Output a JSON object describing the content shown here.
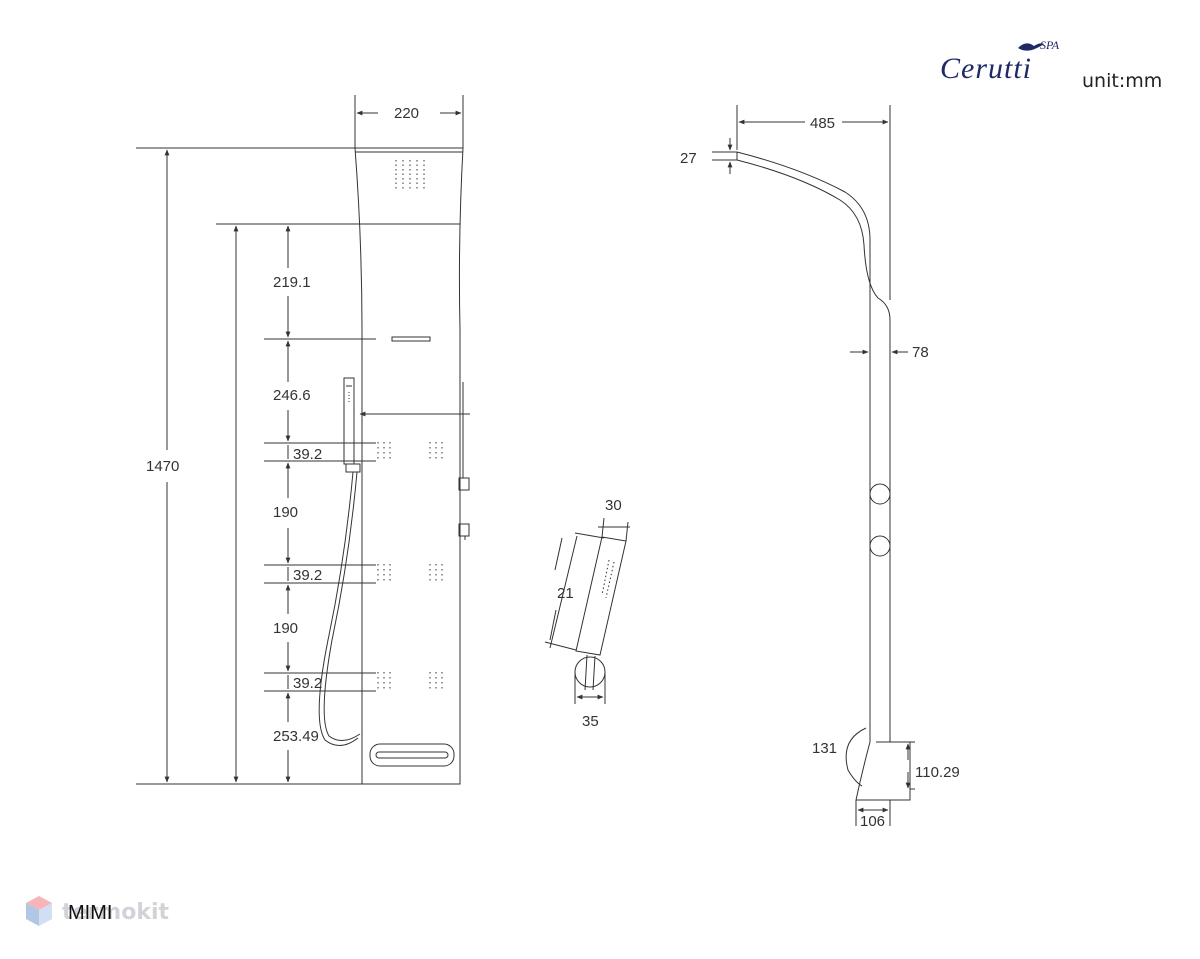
{
  "brand": {
    "name": "Cerutti",
    "suffix": "SPA"
  },
  "unit_label": "unit:mm",
  "model_label": "MIMI",
  "watermark": "termokit",
  "colors": {
    "line": "#333333",
    "brand": "#1e2a66"
  },
  "front_view": {
    "width": "220",
    "total_height": "1470",
    "segments": [
      "219.1",
      "246.6",
      "39.2",
      "190",
      "39.2",
      "190",
      "39.2",
      "253.49"
    ]
  },
  "hand_shower": {
    "width": "30",
    "length": "21",
    "holder_width": "35"
  },
  "side_view": {
    "head_reach": "485",
    "head_thickness": "27",
    "panel_depth": "78",
    "base_radius": "131",
    "base_height": "110.29",
    "base_depth": "106"
  }
}
